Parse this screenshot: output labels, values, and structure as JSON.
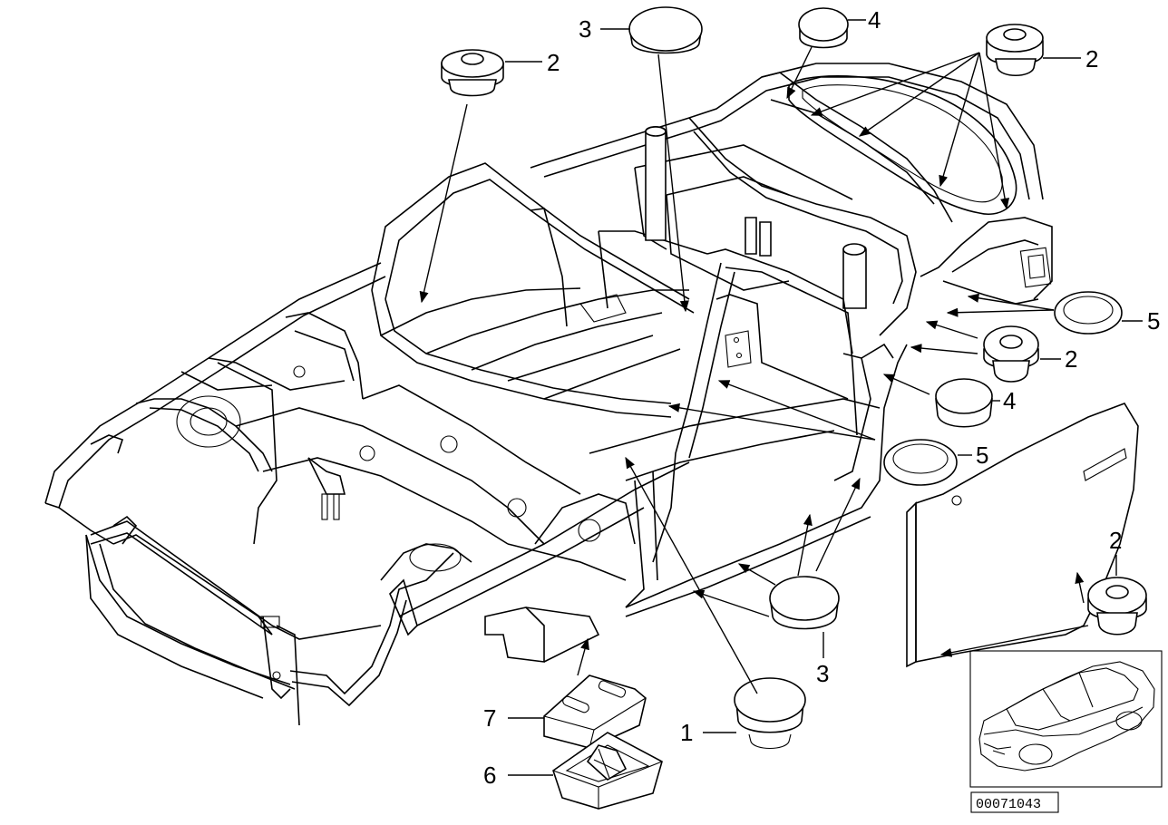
{
  "diagram": {
    "reference_code": "00071043",
    "callouts": [
      {
        "id": "c2-top-left",
        "label": "2"
      },
      {
        "id": "c3-top",
        "label": "3"
      },
      {
        "id": "c4-top",
        "label": "4"
      },
      {
        "id": "c2-top-right",
        "label": "2"
      },
      {
        "id": "c5-right",
        "label": "5"
      },
      {
        "id": "c2-right",
        "label": "2"
      },
      {
        "id": "c4-right",
        "label": "4"
      },
      {
        "id": "c5-mid",
        "label": "5"
      },
      {
        "id": "c2-lower-right",
        "label": "2"
      },
      {
        "id": "c3-bottom",
        "label": "3"
      },
      {
        "id": "c7",
        "label": "7"
      },
      {
        "id": "c1",
        "label": "1"
      },
      {
        "id": "c6",
        "label": "6"
      }
    ]
  }
}
